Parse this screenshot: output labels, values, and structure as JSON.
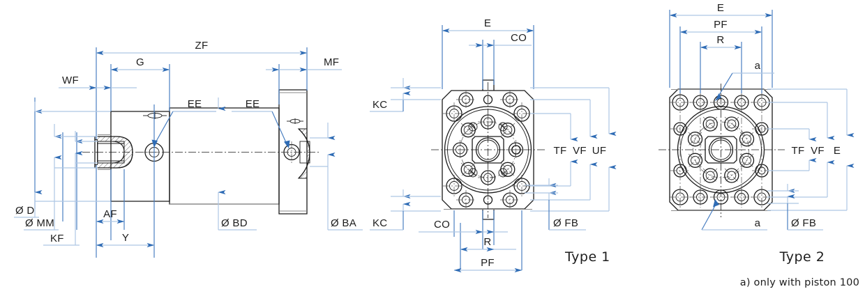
{
  "drawing": {
    "title": "Hydraulic cylinder dimensional drawing",
    "colors": {
      "dimension_line": "#aec6e4",
      "extension_line": "#4a7fc1",
      "arrow": "#2f6cb5",
      "outline": "#1a1a1a",
      "background": "#ffffff"
    }
  },
  "views": {
    "side_view": {
      "name": "side-section-view",
      "labels": {
        "zf": "ZF",
        "g": "G",
        "mf": "MF",
        "wf": "WF",
        "ee_left": "EE",
        "ee_right": "EE",
        "d": "Ø D",
        "mm": "Ø MM",
        "kf": "KF",
        "af": "AF",
        "y": "Y",
        "bd": "Ø BD",
        "ba": "Ø BA"
      }
    },
    "type1_view": {
      "name": "type-1-flange-view",
      "caption": "Type 1",
      "labels": {
        "e": "E",
        "co_top": "CO",
        "co_bottom": "CO",
        "kc_top": "KC",
        "kc_bottom": "KC",
        "tf": "TF",
        "vf": "VF",
        "uf": "UF",
        "fb": "Ø FB",
        "r": "R",
        "pf": "PF"
      }
    },
    "type2_view": {
      "name": "type-2-flange-view",
      "caption": "Type 2",
      "labels": {
        "e_top": "E",
        "pf": "PF",
        "r": "R",
        "a_top": "a",
        "a_bottom": "a",
        "tf": "TF",
        "vf": "VF",
        "e_right": "E",
        "fb": "Ø FB"
      }
    }
  },
  "footnote": {
    "text": "a) only with piston 100"
  }
}
